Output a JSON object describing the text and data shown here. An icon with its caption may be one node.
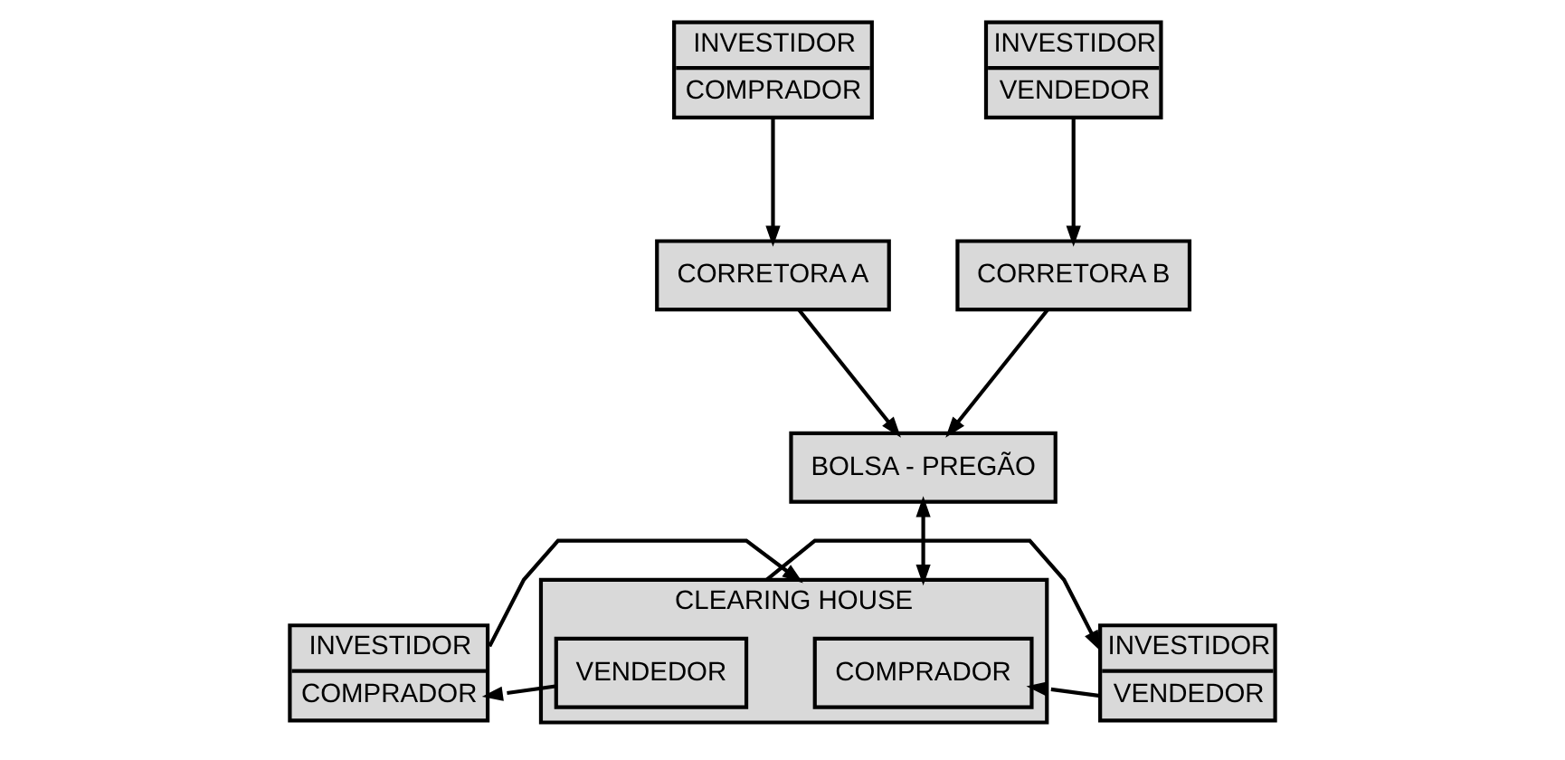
{
  "diagram": {
    "nodes": [
      {
        "text": [
          "INVESTIDOR",
          "COMPRADOR"
        ]
      },
      {
        "text": [
          "INVESTIDOR",
          "VENDEDOR"
        ]
      },
      {
        "text": [
          "CORRETORA A"
        ]
      },
      {
        "text": [
          "CORRETORA B"
        ]
      },
      {
        "text": [
          "BOLSA - PREGÃO"
        ]
      },
      {
        "text": [
          "INVESTIDOR",
          "COMPRADOR"
        ]
      },
      {
        "text": [
          "CLEARING HOUSE"
        ]
      },
      {
        "text": [
          "VENDEDOR"
        ],
        "in": 6
      },
      {
        "text": [
          "COMPRADOR"
        ],
        "in": 6
      },
      {
        "text": [
          "INVESTIDOR",
          "VENDEDOR"
        ]
      }
    ],
    "edges": [
      {
        "from": 0,
        "to": 2,
        "arrow": "to"
      },
      {
        "from": 1,
        "to": 3,
        "arrow": "to"
      },
      {
        "from": 2,
        "to": 4,
        "arrow": "to"
      },
      {
        "from": 3,
        "to": 4,
        "arrow": "to"
      },
      {
        "from": 4,
        "to": 6,
        "arrow": "both"
      },
      {
        "from": 5,
        "to": 6,
        "arrow": "to"
      },
      {
        "from": 6,
        "to": 9,
        "arrow": "to"
      },
      {
        "from": 7,
        "to": 5,
        "arrow": "to"
      },
      {
        "from": 9,
        "to": 8,
        "arrow": "to"
      }
    ]
  }
}
